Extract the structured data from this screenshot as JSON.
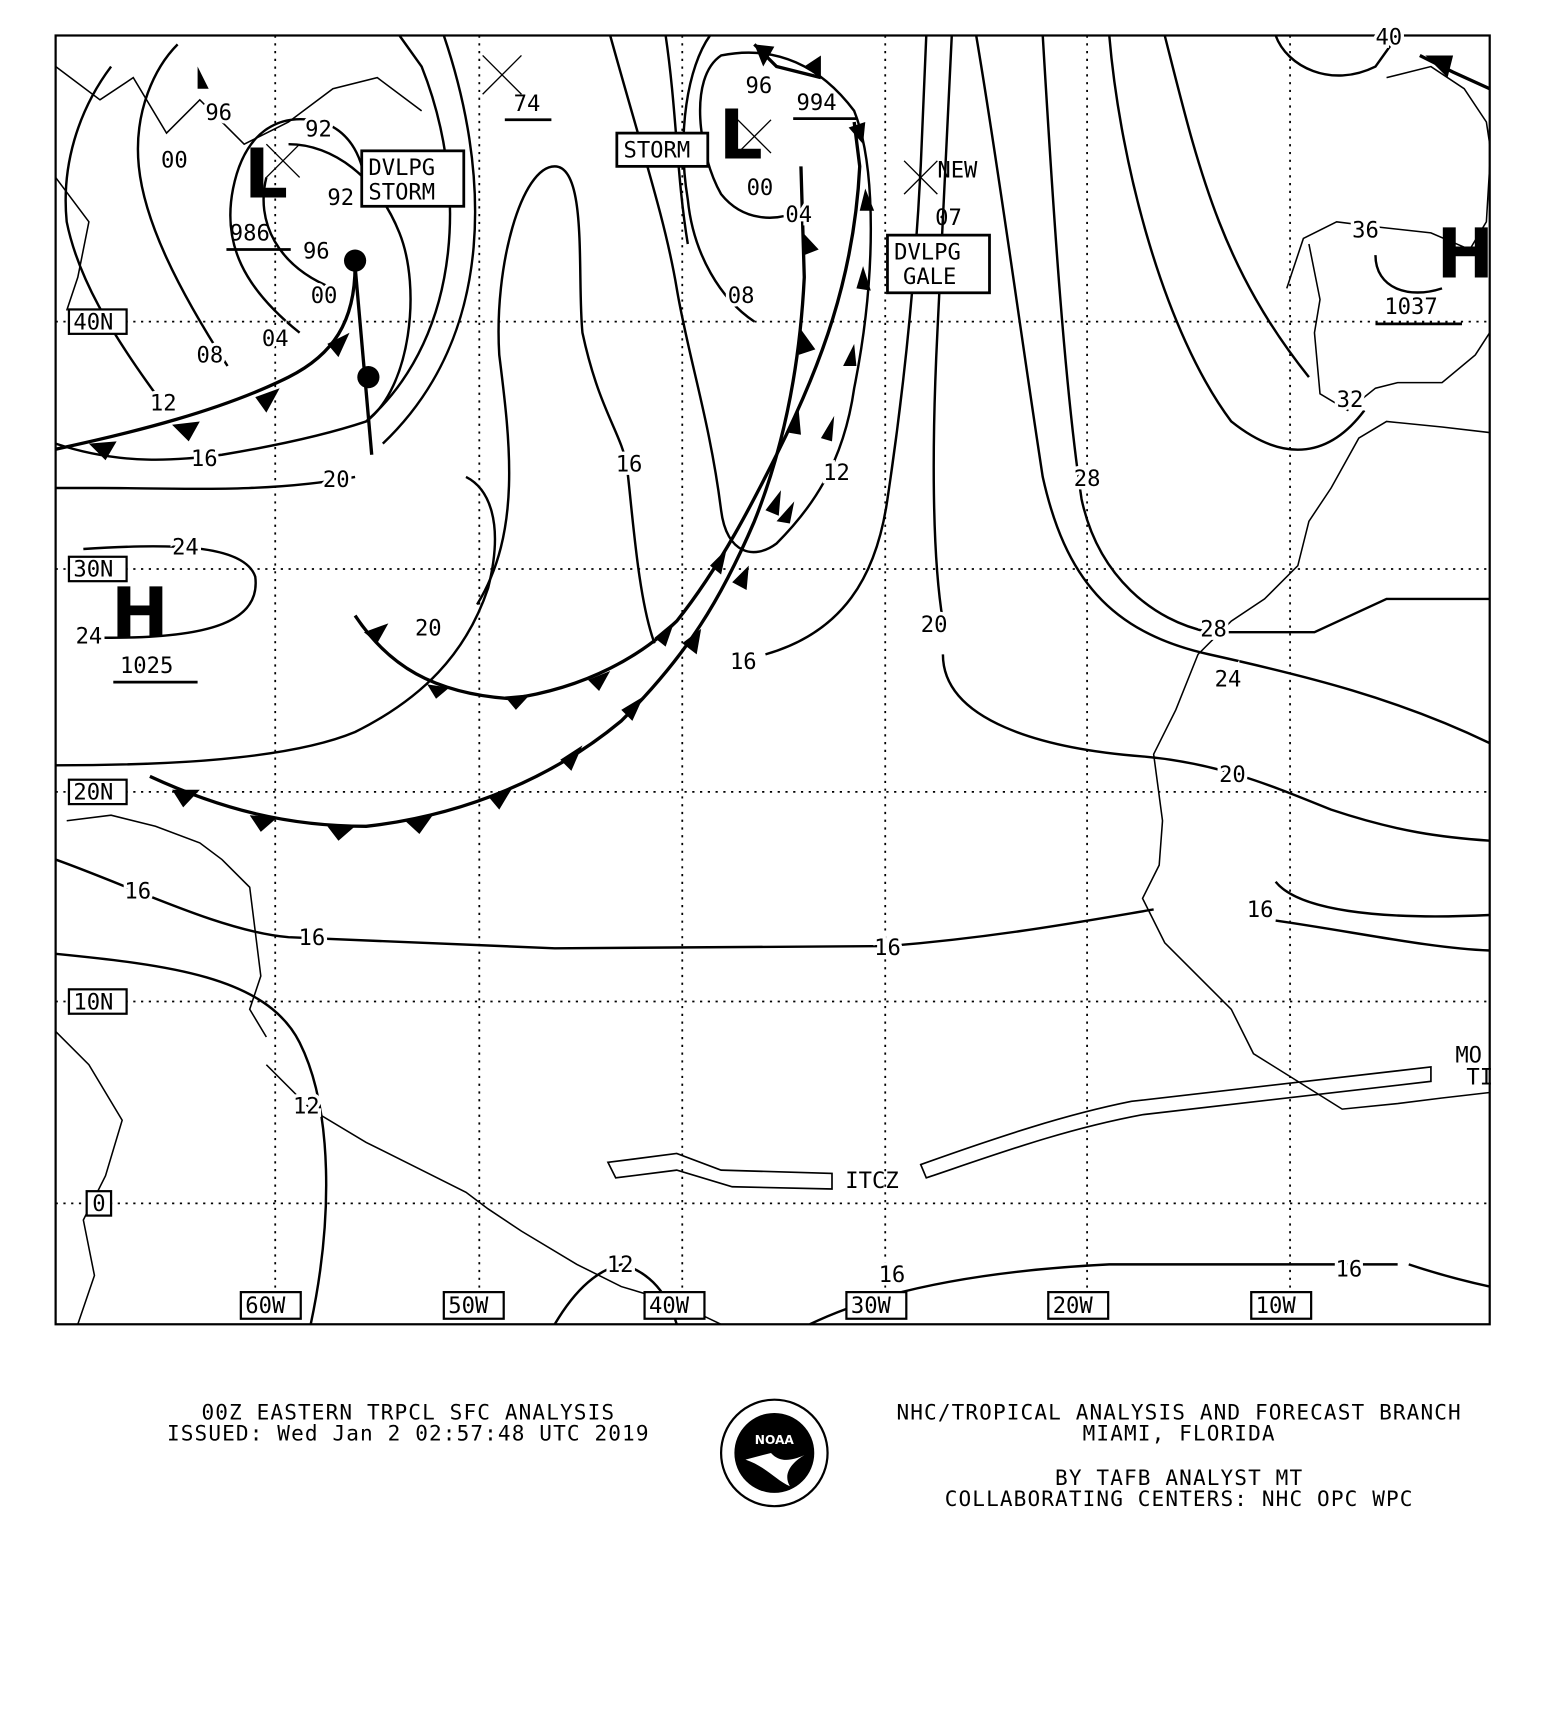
{
  "footer": {
    "title": "00Z EASTERN TRPCL SFC ANALYSIS",
    "issued": "ISSUED: Wed Jan 2 02:57:48 UTC 2019",
    "org": "NHC/TROPICAL ANALYSIS AND FORECAST BRANCH",
    "location": "MIAMI,  FLORIDA",
    "analyst": "BY TAFB ANALYST  MT",
    "collab": "COLLABORATING CENTERS: NHC OPC WPC",
    "logo_text": "NOAA"
  },
  "grid": {
    "lat_labels": [
      "40N",
      "30N",
      "20N",
      "10N",
      "0"
    ],
    "lon_labels": [
      "60W",
      "50W",
      "40W",
      "30W",
      "20W",
      "10W"
    ]
  },
  "centers": {
    "low1": {
      "symbol": "L",
      "pressure": "986"
    },
    "low2": {
      "symbol": "L",
      "pressure": "994"
    },
    "high1": {
      "symbol": "H",
      "pressure": "1025"
    },
    "high2": {
      "symbol": "H",
      "pressure": "1037"
    },
    "low3_pressure": "74"
  },
  "boxes": {
    "dvlpg_storm": [
      "DVLPG",
      "STORM"
    ],
    "storm": "STORM",
    "dvlpg_gale": [
      "DVLPG",
      "GALE"
    ],
    "new": "NEW",
    "new_value": "07",
    "itcz": "ITCZ",
    "monsoon": [
      "MO",
      "TI"
    ]
  },
  "isobar_labels": [
    "96",
    "00",
    "92",
    "92",
    "96",
    "00",
    "04",
    "08",
    "12",
    "16",
    "20",
    "24",
    "24",
    "20",
    "16",
    "96",
    "00",
    "04",
    "08",
    "16",
    "12",
    "16",
    "20",
    "28",
    "36",
    "32",
    "28",
    "24",
    "20",
    "16",
    "16",
    "16",
    "12",
    "12",
    "16",
    "16",
    "40"
  ]
}
